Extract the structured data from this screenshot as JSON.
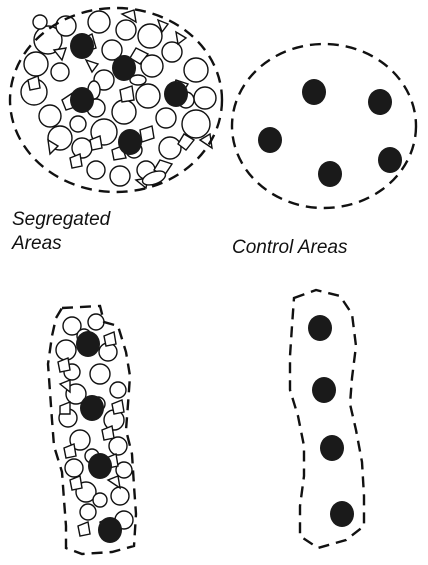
{
  "labels": {
    "segregated_line1": "Segregated",
    "segregated_line2": "Areas",
    "control": "Control Areas"
  },
  "colors": {
    "outline": "#111111",
    "sample_dot": "#1a1a1a",
    "aggregate_fill": "#ffffff",
    "background": "#ffffff"
  }
}
